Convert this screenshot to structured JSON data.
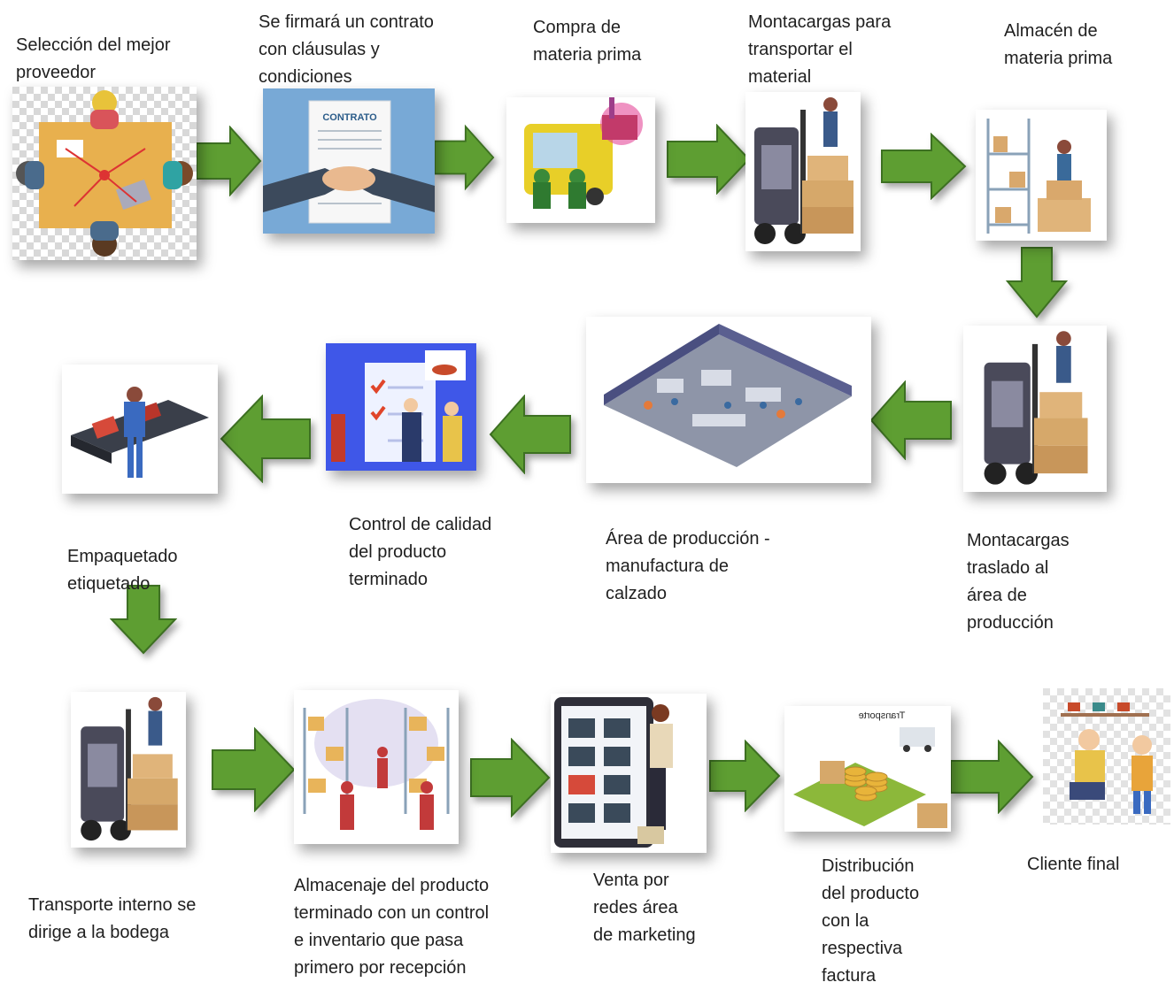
{
  "steps": [
    {
      "id": "s1",
      "label": "Selección del mejor\nproveedor",
      "icon": "meeting-table-icon"
    },
    {
      "id": "s2",
      "label": "Se firmará un contrato\ncon cláusulas y\ncondiciones",
      "icon": "contract-handshake-icon"
    },
    {
      "id": "s3",
      "label": "Compra de\nmateria prima",
      "icon": "purchase-truck-icon"
    },
    {
      "id": "s4",
      "label": "Montacargas para\ntransportar el\nmaterial",
      "icon": "forklift-icon"
    },
    {
      "id": "s5",
      "label": "Almacén de\nmateria prima",
      "icon": "warehouse-shelves-icon"
    },
    {
      "id": "s6",
      "label": "Montacargas\ntraslado al\nárea de\nproducción",
      "icon": "forklift-icon"
    },
    {
      "id": "s7",
      "label": "Área de producción -\nmanufactura de\ncalzado",
      "icon": "factory-floor-icon"
    },
    {
      "id": "s8",
      "label": "Control de calidad\ndel producto\nterminado",
      "icon": "quality-checklist-icon"
    },
    {
      "id": "s9",
      "label": "Empaquetado\netiquetado",
      "icon": "packaging-conveyor-icon"
    },
    {
      "id": "s10",
      "label": "Transporte interno se\ndirige a la bodega",
      "icon": "forklift-icon"
    },
    {
      "id": "s11",
      "label": "Almacenaje del producto\nterminado con un control\ne inventario que pasa\nprimero por recepción",
      "icon": "storage-inventory-icon"
    },
    {
      "id": "s12",
      "label": "Venta por\nredes área\nde marketing",
      "icon": "online-shoe-store-icon"
    },
    {
      "id": "s13",
      "label": "Distribución\ndel producto\ncon la\nrespectiva\nfactura",
      "icon": "distribution-coins-icon"
    },
    {
      "id": "s14",
      "label": "Cliente final",
      "icon": "customer-shoe-shop-icon"
    }
  ],
  "transport_sign": "Transporte",
  "contract_sign": "CONTRATO",
  "colors": {
    "arrow_fill": "#5e9e32",
    "arrow_stroke": "#3d7022",
    "shadow": "#777777"
  }
}
